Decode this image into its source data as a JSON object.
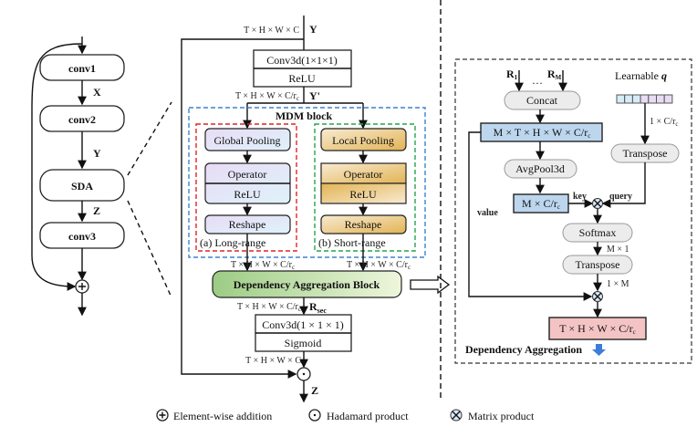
{
  "left": {
    "blocks": [
      "conv1",
      "conv2",
      "SDA",
      "conv3"
    ],
    "labels": [
      "X",
      "Y",
      "Z"
    ]
  },
  "middle": {
    "input_label": "Y",
    "input_dims": "T × H × W × C",
    "conv_top": "Conv3d(1×1×1)",
    "relu": "ReLU",
    "yprime_label": "Y'",
    "dims_r": "T × H × W × C/r",
    "sub_c": "c",
    "mdm_title": "MDM block",
    "global_pooling": "Global Pooling",
    "local_pooling": "Local Pooling",
    "operator": "Operator",
    "reshape": "Reshape",
    "long_range": "(a) Long-range",
    "short_range": "(b) Short-range",
    "dab": "Dependency Aggregation Block",
    "rsec": "R",
    "rsec_sub": "sec",
    "conv_bottom": "Conv3d(1 × 1 × 1)",
    "sigmoid": "Sigmoid",
    "out_dims": "T × H × W × C",
    "output_label": "Z"
  },
  "right": {
    "r1": "R",
    "r1_sub": "1",
    "ellipsis": "…",
    "rm": "R",
    "rm_sub": "M",
    "concat": "Concat",
    "learnable": "Learnable ",
    "q": "q",
    "q_dims": "1 × C/r",
    "big": "M × T × H × W × C/r",
    "transpose": "Transpose",
    "avgpool": "AvgPool3d",
    "key_box": "M × C/r",
    "key": "key",
    "query": "query",
    "value": "value",
    "softmax": "Softmax",
    "m1": "M × 1",
    "onem": "1 × M",
    "out_box": "T × H × W × C/r",
    "title": "Dependency Aggregation"
  },
  "legend": [
    "Element-wise addition",
    "Hadamard product",
    "Matrix product"
  ],
  "colors": {
    "mdm": "#3b82d0",
    "long": "#e02424",
    "short": "#22a64a",
    "blue_box": "#bcd6ee",
    "pink_box": "#f4c4c4",
    "dab": "#a9d18e"
  }
}
